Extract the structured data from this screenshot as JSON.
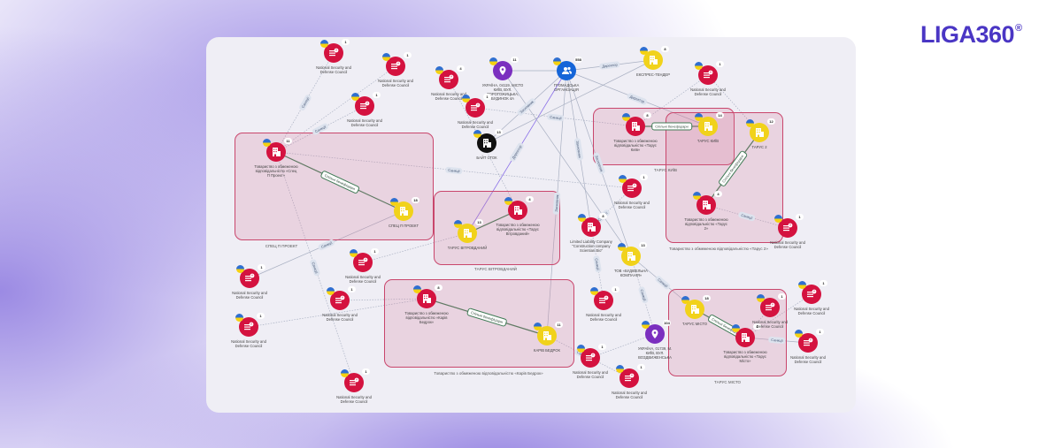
{
  "brand": {
    "name": "LIGA360",
    "mark": "®"
  },
  "colors": {
    "accent": "#4a36c4",
    "sanction_red": "#d4123f",
    "owner_yellow": "#f1d21b",
    "location_purple": "#7b2fbf",
    "person_blue": "#1565d8",
    "group_border": "#c9466c",
    "strong_edge": "#3f7a55"
  },
  "groups": [
    {
      "id": "A",
      "label": "СПЕЦ П ПРОЕКТ"
    },
    {
      "id": "B",
      "label": "ТАРУС ВІТРОВДАНИЙ"
    },
    {
      "id": "C",
      "label": "ТАРУС КИЇВ"
    },
    {
      "id": "D",
      "label": "Товариство з обмеженою відповідальністю «Тарус 2»"
    },
    {
      "id": "E",
      "label": "Товариство з обмеженою відповідальністю «Карів Бедрок»"
    },
    {
      "id": "F",
      "label": "ТАРУС МІСТО"
    }
  ],
  "nodes": [
    {
      "id": 1,
      "type": "nsdc",
      "count": "1",
      "label": "National Security and Defense Council"
    },
    {
      "id": 2,
      "type": "nsdc",
      "count": "1",
      "label": "National Security and Defense Council"
    },
    {
      "id": 3,
      "type": "nsdc",
      "count": "4",
      "label": "National Security and Defense Council"
    },
    {
      "id": 4,
      "type": "location",
      "count": "11",
      "label": "УКРАЇНА, 04119, МІСТО КИЇВ, ВУЛ. ДОРОГОЖИЦЬКА, БУДИНОК 4А"
    },
    {
      "id": 5,
      "type": "person",
      "count": "558",
      "label": "ГРОМАДСЬКА ОРГАНІЗАЦІЯ"
    },
    {
      "id": 6,
      "type": "owner",
      "count": "8",
      "label": "ЕКСПРЕС-ТЕНДЕР"
    },
    {
      "id": 7,
      "type": "nsdc",
      "count": "1",
      "label": "National Security and Defense Council"
    },
    {
      "id": 8,
      "type": "nsdc",
      "count": "1",
      "label": "National Security and Defense Council"
    },
    {
      "id": 9,
      "type": "nsdc",
      "count": "1",
      "label": "National Security and Defense Council"
    },
    {
      "id": 10,
      "type": "black",
      "count": "13",
      "label": "БАЙТ СТОК"
    },
    {
      "id": 11,
      "type": "company",
      "count": "11",
      "label": "Товариство з обмеженою відповідальністю «Спец П Проект»"
    },
    {
      "id": 12,
      "type": "owner",
      "count": "18",
      "label": "СПЕЦ П ПРОЕКТ"
    },
    {
      "id": 13,
      "type": "company",
      "count": "8",
      "label": "Товариство з обмеженою відповідальністю «Тарус Київ»"
    },
    {
      "id": 14,
      "type": "owner",
      "count": "14",
      "label": "ТАРУС КИЇВ"
    },
    {
      "id": 15,
      "type": "owner",
      "count": "12",
      "label": "ТАРУС 2"
    },
    {
      "id": 16,
      "type": "company",
      "count": "4",
      "label": "Товариство з обмеженою відповідальністю «Тарус 2»"
    },
    {
      "id": 17,
      "type": "nsdc",
      "count": "1",
      "label": "National Security and Defense Council"
    },
    {
      "id": 18,
      "type": "company",
      "count": "4",
      "label": "Товариство з обмеженою відповідальністю «Тарус Вітровданий»"
    },
    {
      "id": 19,
      "type": "owner",
      "count": "13",
      "label": "ТАРУС ВІТРОВДАНИЙ"
    },
    {
      "id": 20,
      "type": "company",
      "count": "8",
      "label": "Limited Liability Company \"Construction company Scientian Bio\""
    },
    {
      "id": 21,
      "type": "owner",
      "count": "13",
      "label": "ТОВ «БУДІВЕЛЬНА КОМПАНІЯ»"
    },
    {
      "id": 22,
      "type": "nsdc",
      "count": "1",
      "label": "National Security and Defense Council"
    },
    {
      "id": 23,
      "type": "nsdc",
      "count": "1",
      "label": "National Security and Defense Council"
    },
    {
      "id": 24,
      "type": "nsdc",
      "count": "1",
      "label": "National Security and Defense Council"
    },
    {
      "id": 25,
      "type": "nsdc",
      "count": "1",
      "label": "National Security and Defense Council"
    },
    {
      "id": 26,
      "type": "nsdc",
      "count": "1",
      "label": "National Security and Defense Council"
    },
    {
      "id": 27,
      "type": "company",
      "count": "8",
      "label": "Товариство з обмеженою відповідальністю «Карів Бедрок»"
    },
    {
      "id": 28,
      "type": "owner",
      "count": "11",
      "label": "КАРІВ БЕДРОК"
    },
    {
      "id": 29,
      "type": "nsdc",
      "count": "1",
      "label": "National Security and Defense Council"
    },
    {
      "id": 30,
      "type": "location",
      "count": "104",
      "label": "УКРАЇНА, 01739, М. КИЇВ, ВУЛ. ВОЗДВИЖЕНСЬКА"
    },
    {
      "id": 31,
      "type": "owner",
      "count": "18",
      "label": "ТАРУС МІСТО"
    },
    {
      "id": 32,
      "type": "company",
      "count": "4",
      "label": "Товариство з обмеженою відповідальністю «Тарус Місто»"
    },
    {
      "id": 33,
      "type": "nsdc",
      "count": "1",
      "label": "National Security and Defense Council"
    },
    {
      "id": 34,
      "type": "nsdc",
      "count": "1",
      "label": "National Security and Defense Council"
    },
    {
      "id": 35,
      "type": "nsdc",
      "count": "1",
      "label": "National Security and Defense Council"
    },
    {
      "id": 36,
      "type": "nsdc",
      "count": "1",
      "label": "National Security and Defense Council"
    },
    {
      "id": 37,
      "type": "nsdc",
      "count": "1",
      "label": "National Security and Defense Council"
    },
    {
      "id": 38,
      "type": "nsdc",
      "count": "1",
      "label": "National Security and Defense Council"
    }
  ],
  "edges": [
    {
      "from": 11,
      "to": 12,
      "kind": "strong",
      "label": "Спільні бенефіціари"
    },
    {
      "from": 14,
      "to": 13,
      "kind": "strong",
      "label": "Спільні бенефіціари"
    },
    {
      "from": 16,
      "to": 15,
      "kind": "strong",
      "label": "Спільні бенефіціари"
    },
    {
      "from": 18,
      "to": 19,
      "kind": "strong",
      "label": ""
    },
    {
      "from": 27,
      "to": 28,
      "kind": "strong",
      "label": "Спільні бенефіціари"
    },
    {
      "from": 31,
      "to": 32,
      "kind": "strong",
      "label": "Спільні бенефіціари"
    },
    {
      "from": 5,
      "to": 6,
      "kind": "solid",
      "label": "Директор"
    },
    {
      "from": 5,
      "to": 4,
      "kind": "solid",
      "label": ""
    },
    {
      "from": 5,
      "to": 14,
      "kind": "solid",
      "label": "Директор"
    },
    {
      "from": 5,
      "to": 10,
      "kind": "solid",
      "label": "Засновник"
    },
    {
      "from": 5,
      "to": 19,
      "kind": "purple",
      "label": "Директор"
    },
    {
      "from": 5,
      "to": 20,
      "kind": "solid",
      "label": "Засновник"
    },
    {
      "from": 5,
      "to": 21,
      "kind": "solid",
      "label": "Засновник"
    },
    {
      "from": 5,
      "to": 28,
      "kind": "solid",
      "label": "Засновник"
    },
    {
      "from": 6,
      "to": 10,
      "kind": "solid",
      "label": ""
    },
    {
      "from": 4,
      "to": 21,
      "kind": "solid",
      "label": ""
    },
    {
      "from": 1,
      "to": 11,
      "kind": "dotted",
      "label": "Санкції"
    },
    {
      "from": 8,
      "to": 11,
      "kind": "dotted",
      "label": "Санкції"
    },
    {
      "from": 2,
      "to": 11,
      "kind": "dotted",
      "label": ""
    },
    {
      "from": 9,
      "to": 13,
      "kind": "dotted",
      "label": "Санкції"
    },
    {
      "from": 3,
      "to": 18,
      "kind": "dotted",
      "label": ""
    },
    {
      "from": 11,
      "to": 38,
      "kind": "dotted",
      "label": "Санкції"
    },
    {
      "from": 11,
      "to": 17,
      "kind": "dotted",
      "label": "Санкції"
    },
    {
      "from": 12,
      "to": 23,
      "kind": "solid",
      "label": "Санкції"
    },
    {
      "from": 19,
      "to": 24,
      "kind": "dotted",
      "label": ""
    },
    {
      "from": 27,
      "to": 25,
      "kind": "dotted",
      "label": ""
    },
    {
      "from": 27,
      "to": 26,
      "kind": "dotted",
      "label": ""
    },
    {
      "from": 28,
      "to": 36,
      "kind": "dotted",
      "label": "Санкції"
    },
    {
      "from": 36,
      "to": 30,
      "kind": "dotted",
      "label": ""
    },
    {
      "from": 16,
      "to": 22,
      "kind": "dotted",
      "label": "Санкції"
    },
    {
      "from": 32,
      "to": 35,
      "kind": "solid",
      "label": "Санкції"
    },
    {
      "from": 32,
      "to": 33,
      "kind": "dotted",
      "label": ""
    },
    {
      "from": 20,
      "to": 29,
      "kind": "dotted",
      "label": "Санкції"
    },
    {
      "from": 21,
      "to": 30,
      "kind": "dotted",
      "label": "Санкції"
    },
    {
      "from": 21,
      "to": 31,
      "kind": "solid",
      "label": "Санкції"
    },
    {
      "from": 36,
      "to": 37,
      "kind": "dotted",
      "label": ""
    },
    {
      "from": 13,
      "to": 7,
      "kind": "dotted",
      "label": ""
    },
    {
      "from": 15,
      "to": 7,
      "kind": "dotted",
      "label": ""
    },
    {
      "from": 17,
      "to": 20,
      "kind": "dotted",
      "label": "Санкції"
    },
    {
      "from": 34,
      "to": 32,
      "kind": "dotted",
      "label": ""
    }
  ]
}
